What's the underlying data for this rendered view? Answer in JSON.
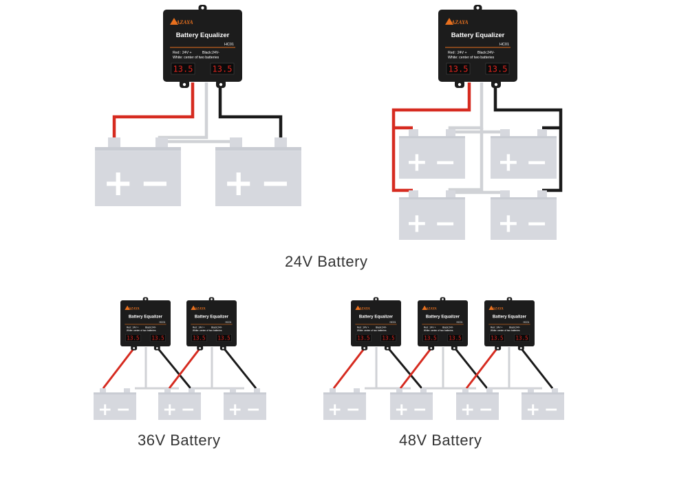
{
  "device": {
    "brand": "AZAYA",
    "title": "Battery Equalizer",
    "model": "HC01",
    "wiring_line1_red": "Red : 24V +",
    "wiring_line1_black": "Black:24V-",
    "wiring_line2": "White: center of two batteries",
    "display_left": "13.5",
    "display_right": "13.5"
  },
  "battery": {
    "plus_symbol": "+",
    "minus_symbol": "−"
  },
  "captions": {
    "v24": "24V Battery",
    "v36": "36V Battery",
    "v48": "48V Battery"
  },
  "colors": {
    "device_body": "#1c1c1c",
    "red_wire": "#d62b20",
    "black_wire": "#1a1a1a",
    "white_wire": "#d0d2d6",
    "battery": "#d6d8de",
    "display_digits": "#e0251e",
    "brand_orange": "#e8701e",
    "caption": "#333333"
  }
}
